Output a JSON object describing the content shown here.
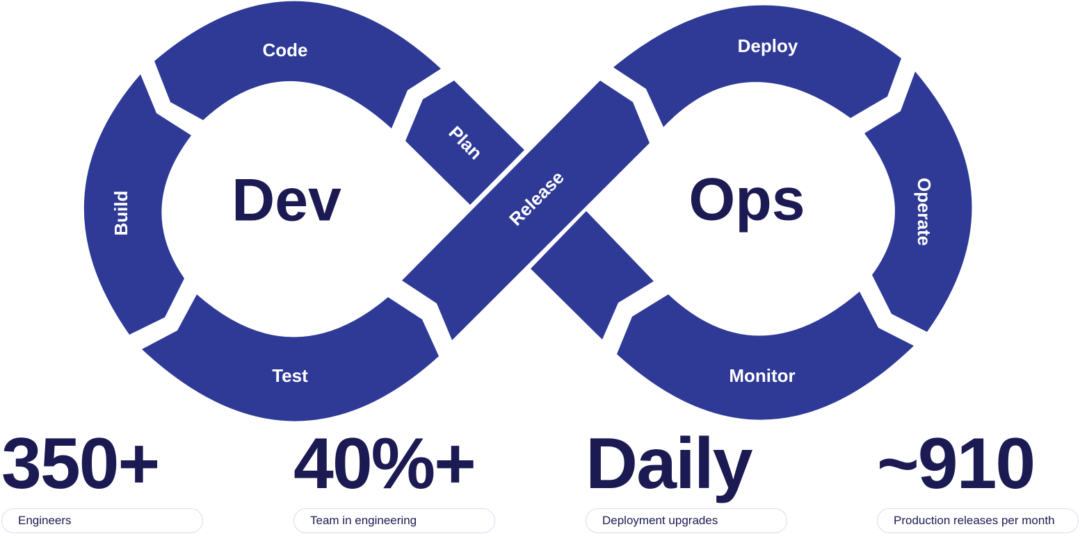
{
  "theme": {
    "segment_color": "#2e3a96",
    "text_dark": "#1b1a52",
    "pill_border": "#d6dcf0"
  },
  "diagram": {
    "left_center_label": "Dev",
    "right_center_label": "Ops",
    "segments": {
      "code": "Code",
      "plan": "Plan",
      "build": "Build",
      "test": "Test",
      "release": "Release",
      "deploy": "Deploy",
      "operate": "Operate",
      "monitor": "Monitor"
    }
  },
  "stats": [
    {
      "value": "350+",
      "label": "Engineers"
    },
    {
      "value": "40%+",
      "label": "Team in engineering"
    },
    {
      "value": "Daily",
      "label": "Deployment upgrades"
    },
    {
      "value": "~910",
      "label": "Production releases per month"
    }
  ]
}
